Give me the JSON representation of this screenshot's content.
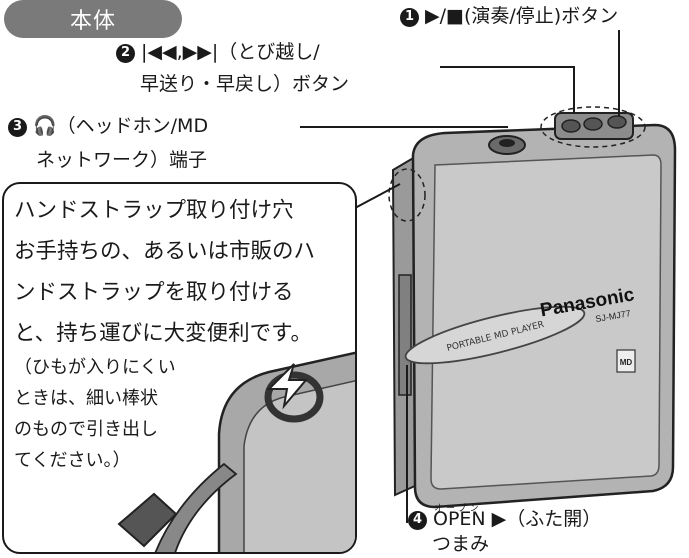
{
  "section_tab": "本体",
  "labels": {
    "l1": {
      "num": "1",
      "text": "▶/■(演奏/停止)ボタン"
    },
    "l2": {
      "num": "2",
      "line1": "|◀◀,▶▶|（とび越し/",
      "line2": "早送り・早戻し）ボタン"
    },
    "l3": {
      "num": "3",
      "line1": "🎧（ヘッドホン/MD",
      "line2": "ネットワーク）端子"
    },
    "l4": {
      "num": "4",
      "ruby": "オープン",
      "line1": "OPEN ▶（ふた開）",
      "line2": "つまみ"
    }
  },
  "callout": {
    "line1": "ハンドストラップ取り付け穴",
    "line2": "お手持ちの、あるいは市販のハ",
    "line3": "ンドストラップを取り付ける",
    "line4": "と、持ち運びに大変便利です。",
    "sub1": "（ひもが入りにくい",
    "sub2": "ときは、細い棒状",
    "sub3": "のもので引き出し",
    "sub4": "てください。）"
  },
  "device": {
    "brand": "Panasonic",
    "model": "SJ-MJ77",
    "badge": "PORTABLE MD PLAYER",
    "md_logo": "MD"
  }
}
